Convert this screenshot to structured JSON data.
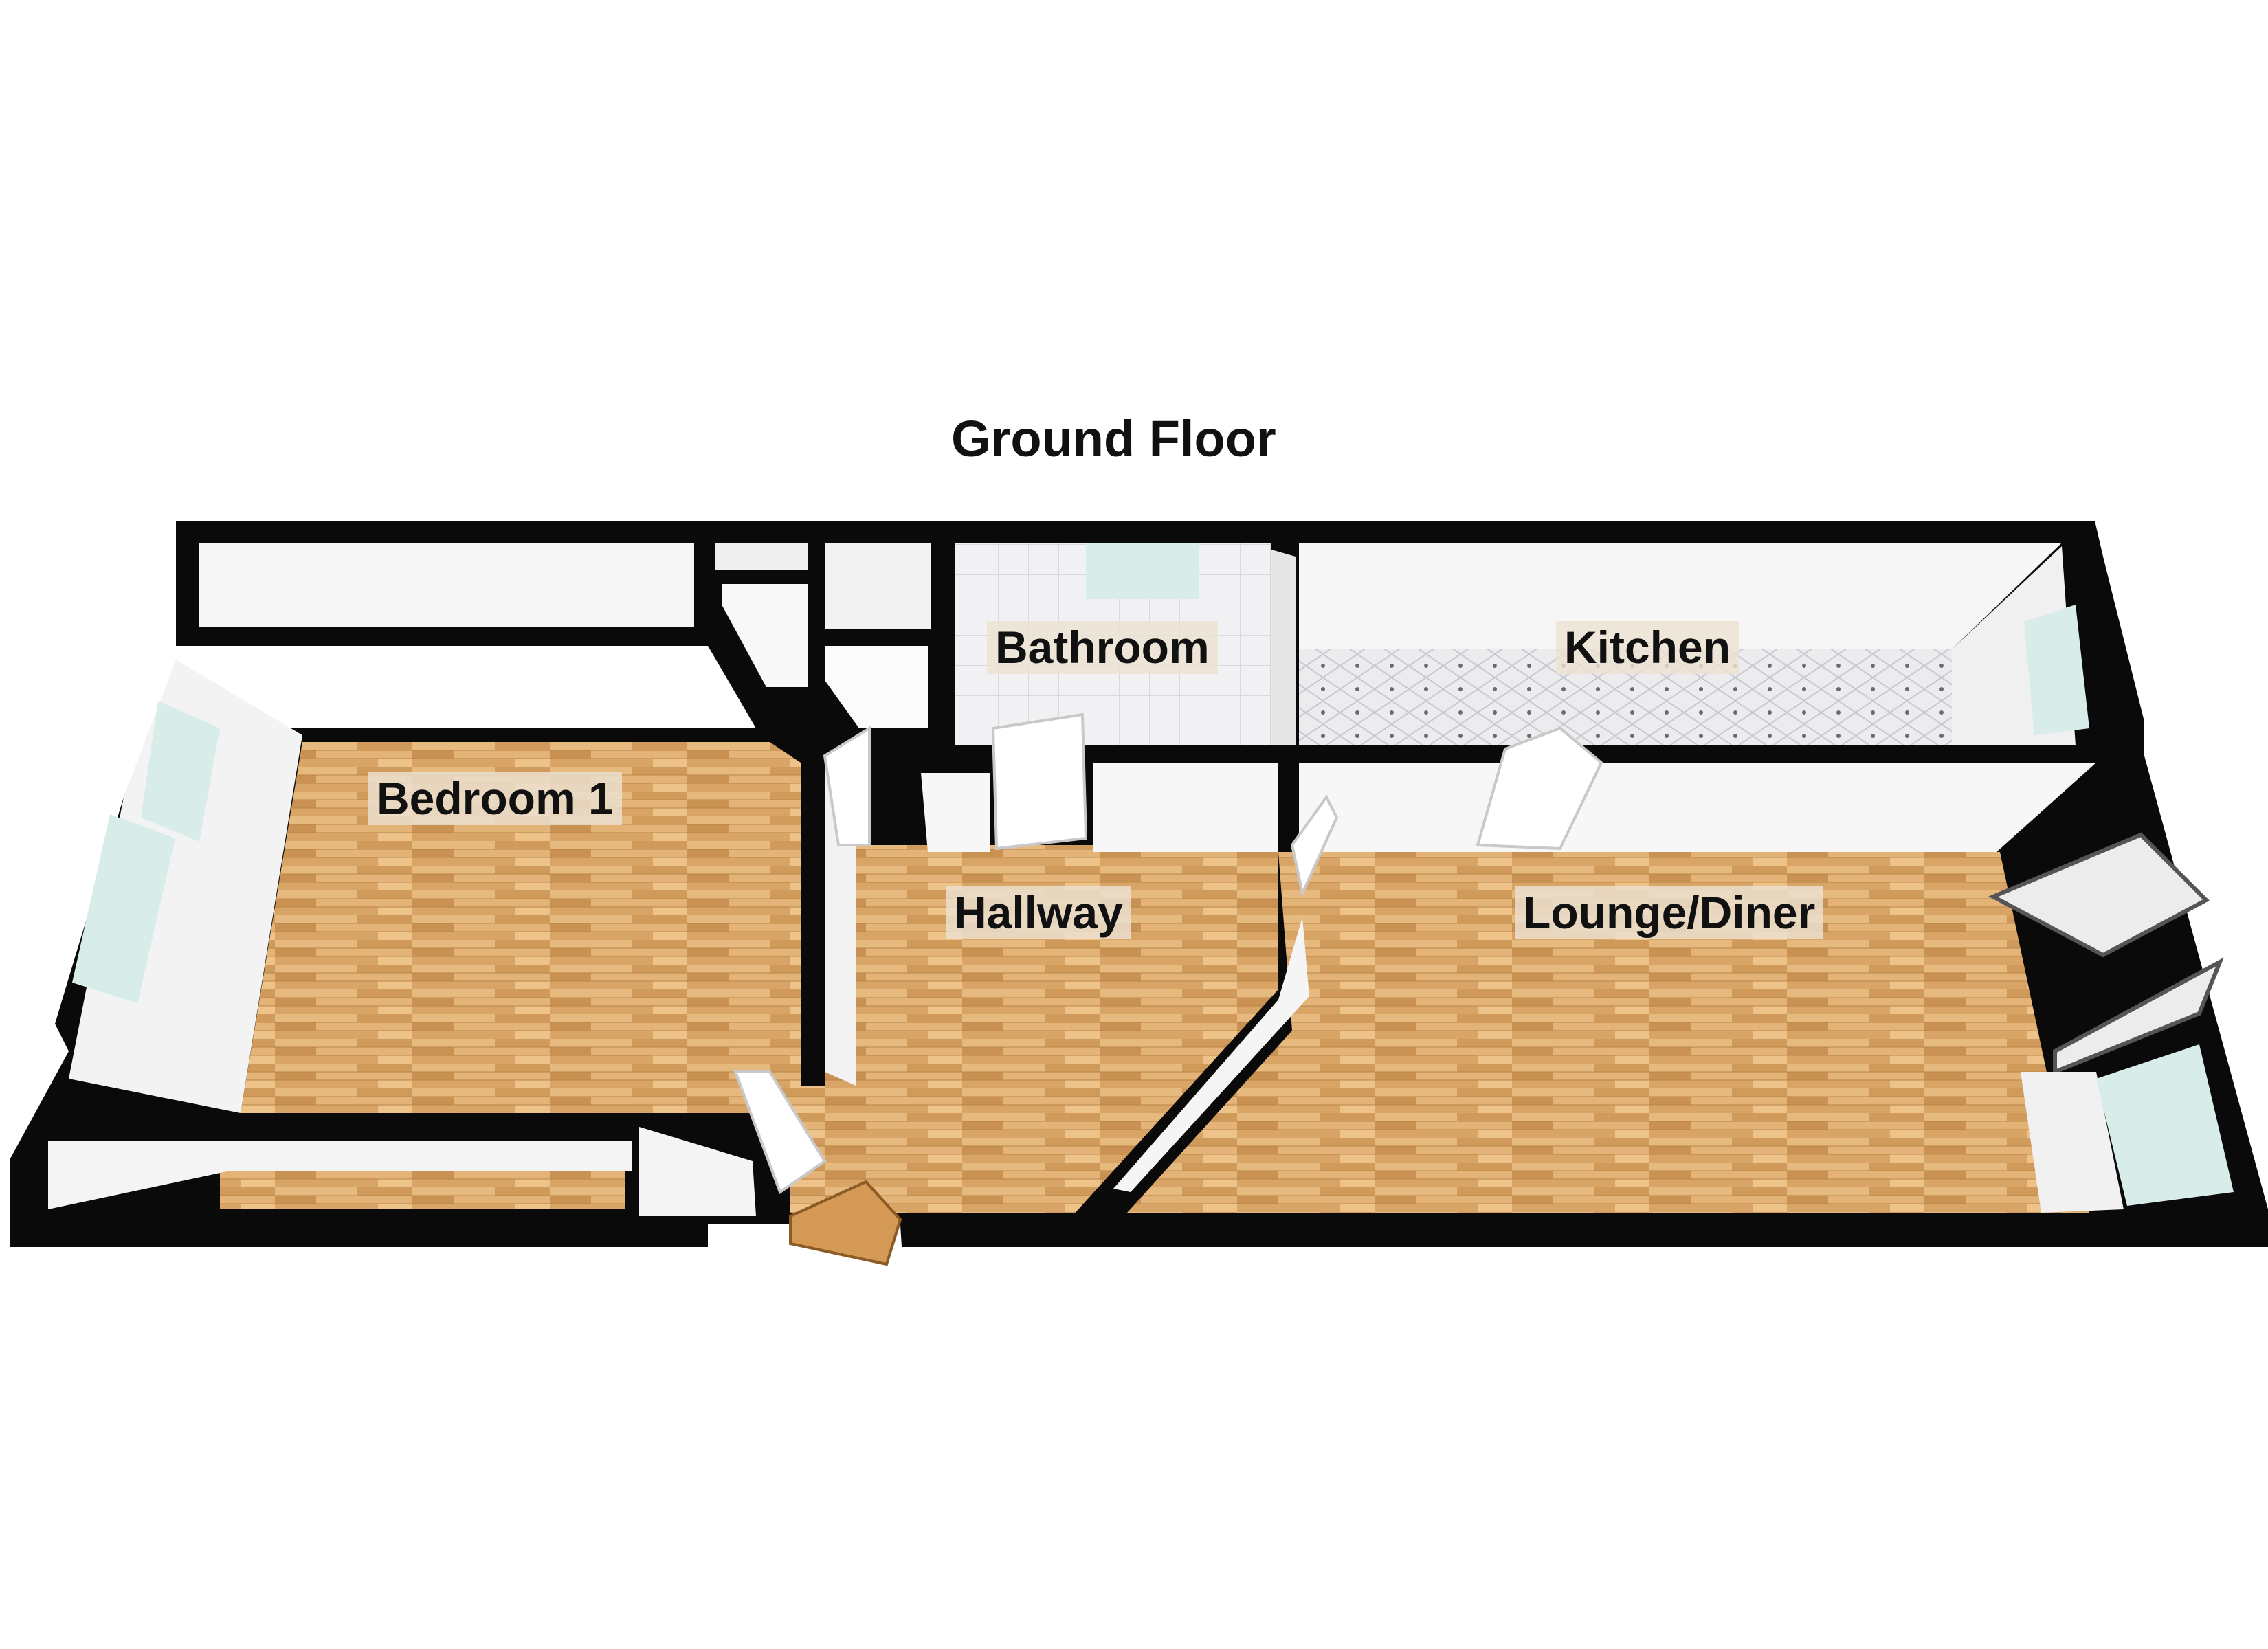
{
  "floor_title": "Ground Floor",
  "rooms": {
    "bedroom": "Bedroom 1",
    "bathroom": "Bathroom",
    "kitchen": "Kitchen",
    "hallway": "Hallway",
    "lounge": "Lounge/Diner"
  },
  "colors": {
    "wall": "#0a0a0a",
    "wood_light": "#e2b277",
    "wood_dark": "#c98f4f",
    "tile": "#eeeef0",
    "inner_wall": "#f4f4f4",
    "window_glass": "#d8ecea"
  }
}
